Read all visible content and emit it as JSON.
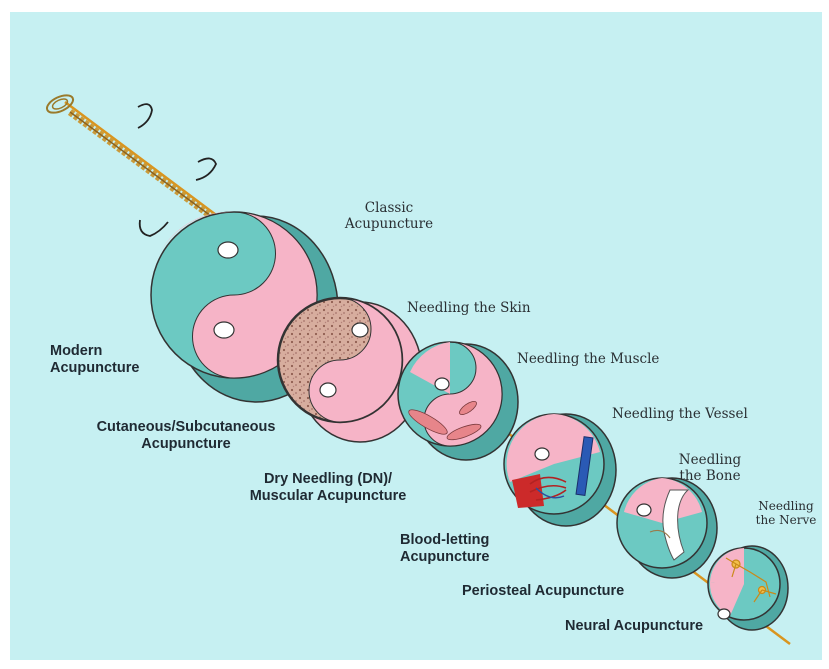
{
  "colors": {
    "background": "#c6f0f2",
    "pink": "#f6b4c7",
    "teal": "#6cc9c2",
    "needle": "#d9951f",
    "outline": "#333333"
  },
  "labels": {
    "classic": "Classic\nAcupuncture",
    "needling_skin": "Needling the Skin",
    "needling_muscle": "Needling the Muscle",
    "needling_vessel": "Needling the Vessel",
    "needling_bone": "Needling\nthe Bone",
    "needling_nerve": "Needling\nthe Nerve",
    "modern": "Modern\nAcupuncture",
    "cutaneous": "Cutaneous/Subcutaneous\nAcupuncture",
    "dry_needling": "Dry Needling (DN)/\nMuscular Acupuncture",
    "blood_letting": "Blood-letting\nAcupuncture",
    "periosteal": "Periosteal Acupuncture",
    "neural": "Neural Acupuncture"
  },
  "layers": [
    {
      "name": "classic",
      "icon": "yin-yang"
    },
    {
      "name": "skin",
      "icon": "skin-texture"
    },
    {
      "name": "muscle",
      "icon": "muscle-fibers"
    },
    {
      "name": "vessel",
      "icon": "blood-vessels"
    },
    {
      "name": "bone",
      "icon": "bone"
    },
    {
      "name": "nerve",
      "icon": "neurons"
    }
  ]
}
